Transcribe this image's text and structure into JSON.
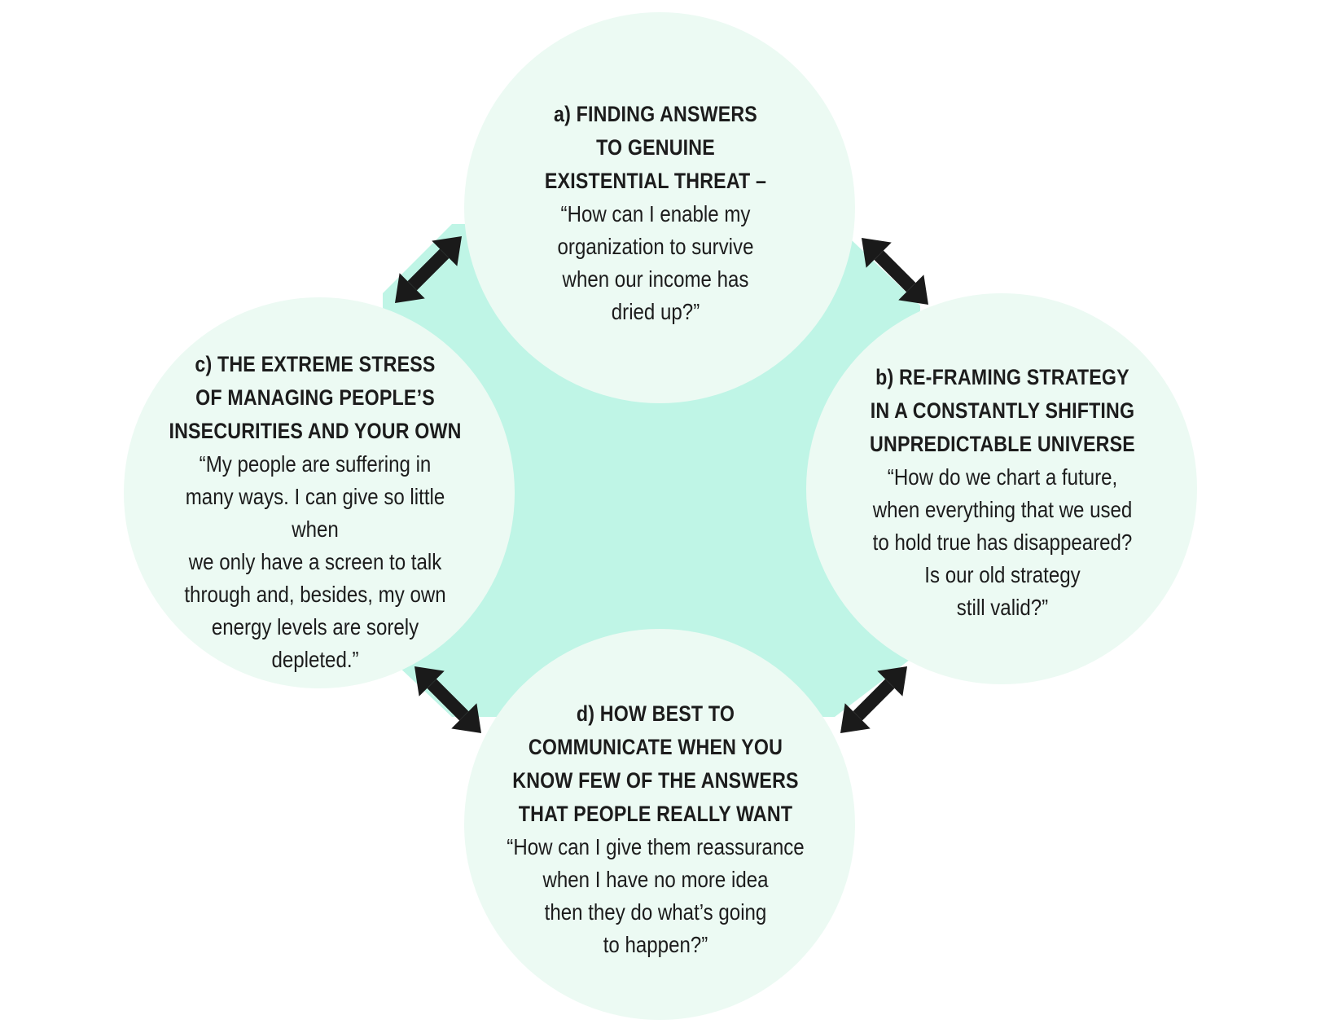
{
  "colors": {
    "background": "#ffffff",
    "center_fill": "#bff5e6",
    "circle_fill": "#ecfaf3",
    "arrow": "#1a1a1a",
    "text": "#1c1c1c"
  },
  "nodes": {
    "a": {
      "title": "a) FINDING ANSWERS\nTO GENUINE\nEXISTENTIAL THREAT –",
      "quote": "“How can I enable my\norganization to survive\nwhen our income has\ndried up?”"
    },
    "b": {
      "title": "b) RE-FRAMING STRATEGY\nIN A CONSTANTLY SHIFTING\nUNPREDICTABLE UNIVERSE",
      "quote": "“How do we chart a future,\nwhen everything that we used\nto hold true has disappeared?\nIs our old strategy\nstill valid?”"
    },
    "c": {
      "title": "c) THE EXTREME STRESS\nOF MANAGING PEOPLE’S\nINSECURITIES AND YOUR OWN",
      "quote": "“My people are suffering in\nmany ways. I can give so little when\nwe only have a screen to talk\nthrough and, besides, my own\nenergy levels are sorely\ndepleted.”"
    },
    "d": {
      "title": "d) HOW BEST TO\nCOMMUNICATE WHEN YOU\nKNOW FEW OF THE ANSWERS\nTHAT PEOPLE REALLY WANT",
      "quote": "“How can I give them reassurance\nwhen I have no more idea\nthen they do what’s going\nto happen?”"
    }
  },
  "arrows": [
    {
      "from": "a",
      "to": "c",
      "direction": "double"
    },
    {
      "from": "a",
      "to": "b",
      "direction": "double"
    },
    {
      "from": "c",
      "to": "d",
      "direction": "double"
    },
    {
      "from": "b",
      "to": "d",
      "direction": "double"
    }
  ]
}
